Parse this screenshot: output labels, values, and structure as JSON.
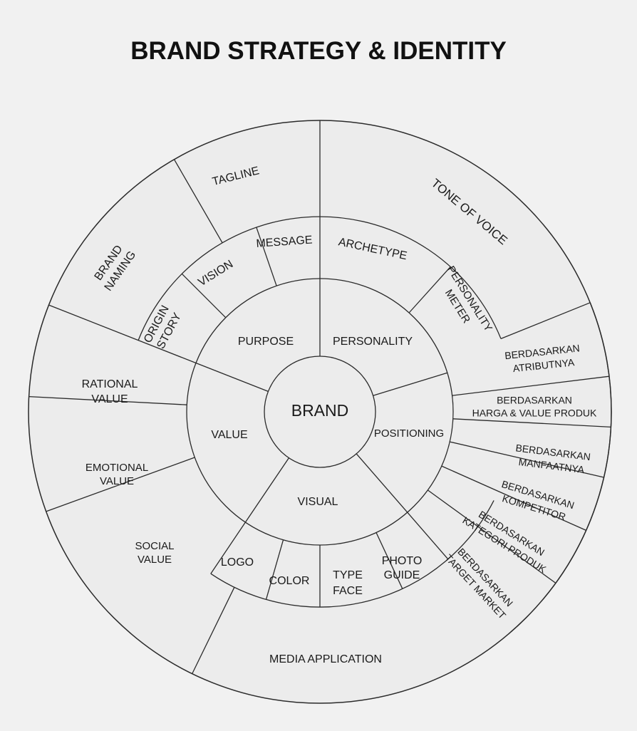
{
  "title": "BRAND STRATEGY & IDENTITY",
  "colors": {
    "background": "#f1f1f1",
    "fill": "#ececec",
    "stroke": "#2a2a2a",
    "text": "#1a1a1a"
  },
  "center": {
    "label": "BRAND"
  },
  "core": [
    "PURPOSE",
    "PERSONALITY",
    "POSITIONING",
    "VISUAL",
    "VALUE"
  ],
  "middle": [
    "MESSAGE",
    "VISION",
    "ORIGIN",
    "STORY",
    "ARCHETYPE",
    "PERSONALITY",
    "METER",
    "LOGO",
    "COLOR",
    "TYPE",
    "FACE",
    "PHOTO",
    "GUIDE"
  ],
  "outer": {
    "tagline": "TAGLINE",
    "brand_naming": [
      "BRAND",
      "NAMING"
    ],
    "tone_of_voice": "TONE OF VOICE",
    "rational_value": [
      "RATIONAL",
      "VALUE"
    ],
    "emotional_value": [
      "EMOTIONAL",
      "VALUE"
    ],
    "social_value": [
      "SOCIAL",
      "VALUE"
    ],
    "media_application": "MEDIA APPLICATION",
    "positioning_types": [
      [
        "BERDASARKAN",
        "ATRIBUTNYA"
      ],
      [
        "BERDASARKAN",
        "HARGA & VALUE PRODUK"
      ],
      [
        "BERDASARKAN",
        "MANFAATNYA"
      ],
      [
        "BERDASARKAN",
        "KOMPETITOR"
      ],
      [
        "BERDASARKAN",
        "KATEGORI PRODUK"
      ],
      [
        "BERDASARKAN",
        "TARGET MARKET"
      ]
    ]
  }
}
